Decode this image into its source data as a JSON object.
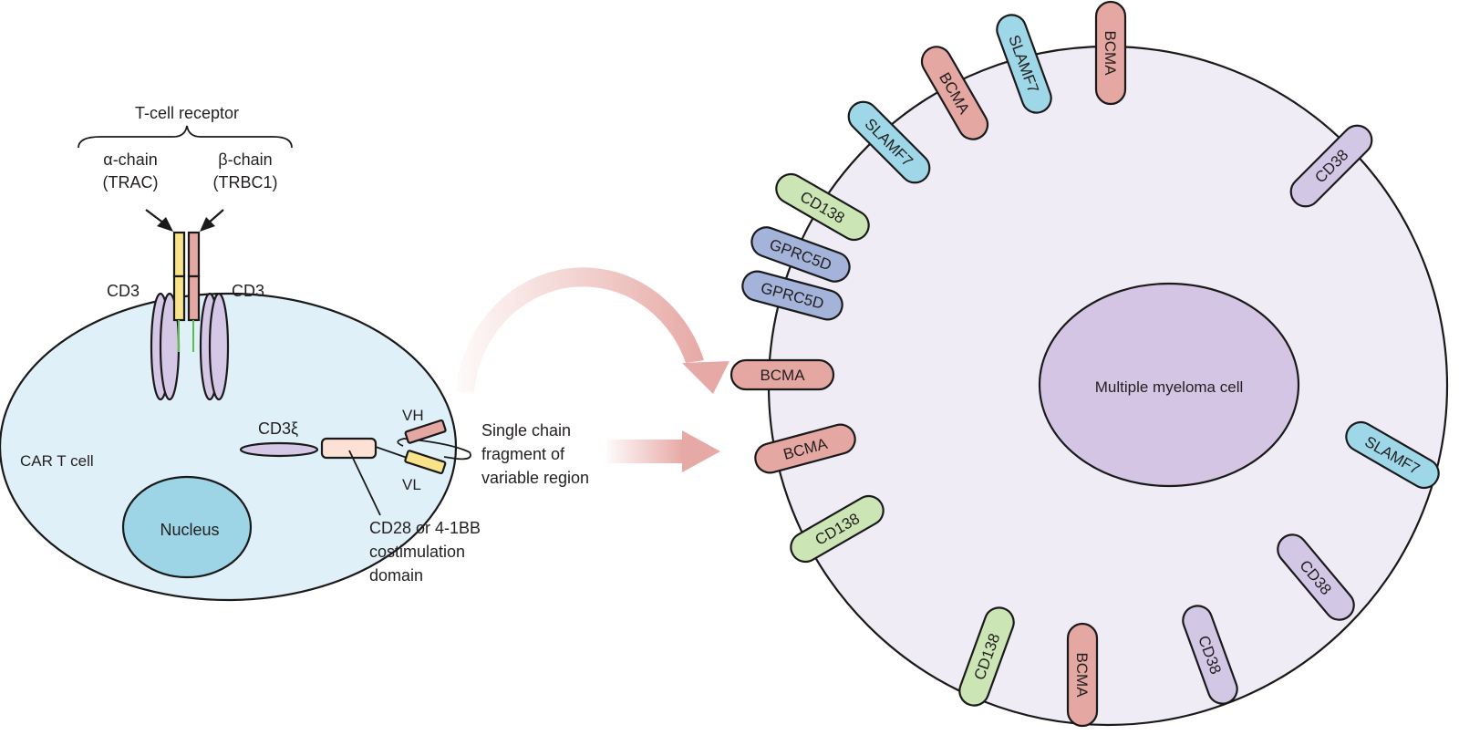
{
  "tcr": {
    "title": "T-cell receptor",
    "alpha_line1": "α-chain",
    "alpha_line2": "(TRAC)",
    "beta_line1": "β-chain",
    "beta_line2": "(TRBC1)",
    "cd3_left": "CD3",
    "cd3_right": "CD3"
  },
  "car_t_cell": {
    "label": "CAR T cell",
    "nucleus": "Nucleus",
    "cd3zeta": "CD3ξ",
    "vh": "VH",
    "vl": "VL",
    "scfv_line1": "Single chain",
    "scfv_line2": "fragment of",
    "scfv_line3": "variable region",
    "costim_line1": "CD28 or 4-1BB",
    "costim_line2": "costimulation",
    "costim_line3": "domain"
  },
  "myeloma_cell": {
    "label": "Multiple myeloma cell"
  },
  "antigens": [
    {
      "label": "BCMA"
    },
    {
      "label": "SLAMF7"
    },
    {
      "label": "BCMA"
    },
    {
      "label": "SLAMF7"
    },
    {
      "label": "CD138"
    },
    {
      "label": "GPRC5D"
    },
    {
      "label": "GPRC5D"
    },
    {
      "label": "BCMA"
    },
    {
      "label": "BCMA"
    },
    {
      "label": "CD138"
    },
    {
      "label": "CD138"
    },
    {
      "label": "BCMA"
    },
    {
      "label": "CD38"
    },
    {
      "label": "CD38"
    },
    {
      "label": "SLAMF7"
    },
    {
      "label": "CD38"
    }
  ],
  "colors": {
    "tcell_fill": "#dff0f8",
    "nucleus_fill": "#9dd5e6",
    "myeloma_fill": "#efecf6",
    "myeloma_nucleus_fill": "#d3c5e3",
    "bcma": "#e4a7a2",
    "slamf7": "#9ed8e8",
    "cd138": "#cbe5b5",
    "gprc5d": "#a4b3da",
    "cd38": "#d3c7e6",
    "cd3": "#d5c8e6",
    "alpha_chain": "#f8e38a",
    "beta_chain": "#e4a7a2",
    "costim": "#fde1d4",
    "arrow": "#e7a9a5"
  }
}
